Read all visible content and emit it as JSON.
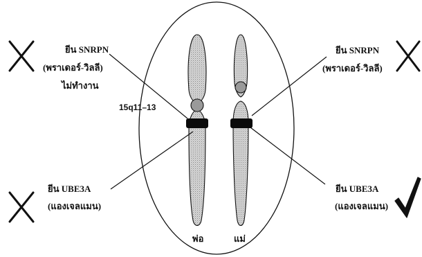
{
  "labels": {
    "father_snrpn_gene": "ยีน SNRPN",
    "father_snrpn_syndrome": "(พราเดอร์-วิลลี)",
    "father_snrpn_status": "ไม่ทำงาน",
    "locus": "15q11–13",
    "mother_snrpn_gene": "ยีน SNRPN",
    "mother_snrpn_syndrome": "(พราเดอร์-วิลลี)",
    "father_ube3a_gene": "ยีน UBE3A",
    "father_ube3a_syndrome": "(แองเจลแมน)",
    "mother_ube3a_gene": "ยีน UBE3A",
    "mother_ube3a_syndrome": "(แองเจลแมน)",
    "father": "พ่อ",
    "mother": "แม่"
  },
  "marks": {
    "father_snrpn": "inactive-cross",
    "mother_snrpn": "inactive-cross",
    "father_ube3a": "inactive-cross",
    "mother_ube3a": "active-check"
  },
  "colors": {
    "ink": "#111111",
    "chromosome_fill": "#c8c8c8",
    "centromere_fill": "#9a9a9a",
    "band": "#0a0a0a"
  }
}
